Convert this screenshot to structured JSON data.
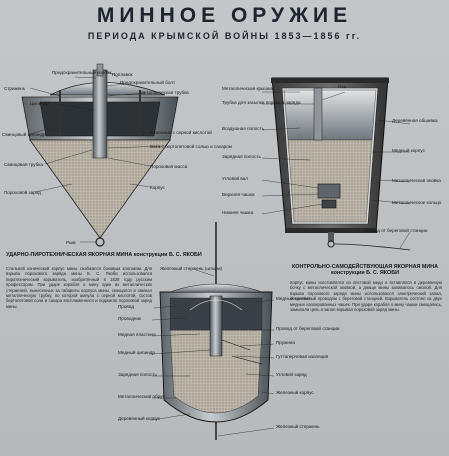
{
  "header": {
    "title": "МИННОЕ ОРУЖИЕ",
    "subtitle": "ПЕРИОДА КРЫМСКОЙ ВОЙНЫ 1853—1856 гг."
  },
  "mine1": {
    "labels": {
      "l1": "Предохранительный колпак",
      "l2": "Поплавок",
      "l3": "Предохранительный болт",
      "l4": "Стрижень",
      "l5": "Металлическая трубка",
      "l6": "Цилиндр",
      "l7": "Свинцовый цилиндр",
      "l8": "Стальные с серной кислотой",
      "l9": "Вата с бертолетовой солью и сахаром",
      "l10": "Свинцовая трубка",
      "l11": "Пороховая масса",
      "l12": "Пороховой заряд",
      "l13": "Корпус",
      "l14": "Рым"
    },
    "caption": "УДАРНО-ПИРОТЕХНИЧЕСКАЯ ЯКОРНАЯ МИНА конструкции Б. С. ЯКОБИ",
    "text": "Стальной конический корпус мины снабжался боковым колпаком. Для взрыва порохового заряда мины Б. С. Якоби использовался пиротехнический взрыватель, изобретённый в 1828 году русским профессором. При ударе корабля о мину один из металлических стерженей, вынесенных за габариты корпуса мины, смещался и сминал металлическую трубку, по которой ампула с серной кислотой, состав бертолетовой соли и сахара воспламенялся и поджигал пороховой заряд мины."
  },
  "mine2": {
    "labels": {
      "l1": "Металлическая крышка",
      "l2": "Трубка для засыпки пороха и заряда",
      "l3": "Ось",
      "l4": "Воздушная полость",
      "l5": "Деревянная обшивка",
      "l6": "Медный корпус",
      "l7": "Зарядная полость",
      "l8": "Угловой вал",
      "l9": "Верхняя чашка",
      "l10": "Нижняя чашка",
      "l11": "Металлическая оковка",
      "l12": "Металлическое кольцо",
      "l13": "Провод от береговой станции"
    },
    "caption": "КОНТРОЛЬНО-САМОДЕЙСТВУЮЩАЯ ЯКОРНАЯ МИНА конструкции Б. С. ЯКОБИ",
    "text": "Корпус мины изготовлялся из листовой меди и вставлялся в деревянную бочку с металлической оковкой, а днище мины заливалось смолой. Для взрыва порохового заряда мины использовался электрический запал, соединённый проводом с береговой станцией. Взрыватель состоял из двух медных изолированных чашек. При ударе корабля о мину чашки смещались, замыкали цепь и запал взрывал пороховой заряд мины."
  },
  "mine3": {
    "labels": {
      "l1": "Железный стержень (штыри)",
      "l2": "Провод",
      "l3": "Медный контакт",
      "l4": "Проводник",
      "l5": "Медная пластина",
      "l6": "Провод от береговой станции",
      "l7": "Пружина",
      "l8": "Медный цилиндр",
      "l9": "Гуттаперчевая изоляция",
      "l10": "Зарядная полость",
      "l11": "Угловой заряд",
      "l12": "Железный корпус",
      "l13": "Металлический обруч",
      "l14": "Деревянный корпус",
      "l15": "Железный стержень"
    }
  }
}
